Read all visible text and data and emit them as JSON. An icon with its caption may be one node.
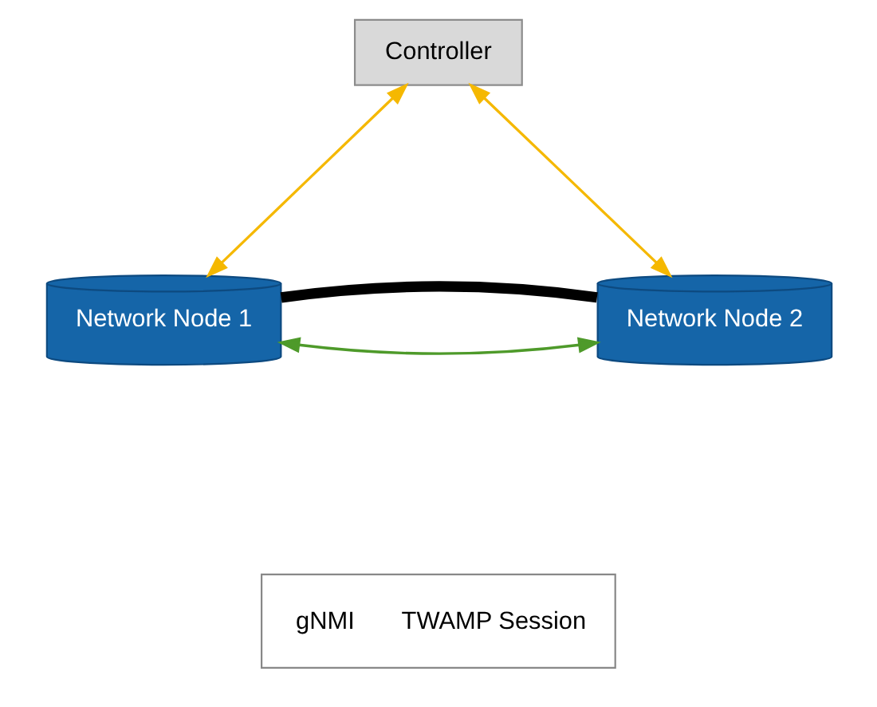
{
  "diagram": {
    "nodes": [
      {
        "text": [
          "Controller"
        ]
      },
      {
        "text": [
          "Network Node 1"
        ]
      },
      {
        "text": [
          "Network Node 2"
        ]
      }
    ],
    "edges": [
      {
        "from": 0,
        "to": 1,
        "arrow": "both",
        "color": "#f5b800"
      },
      {
        "from": 0,
        "to": 2,
        "arrow": "both",
        "color": "#f5b800"
      },
      {
        "from": 1,
        "to": 2,
        "arrow": "both",
        "color": "#4e9a2a"
      },
      {
        "from": 1,
        "to": 2,
        "arrow": "none",
        "style": "thick",
        "color": "#000000"
      }
    ],
    "legend": [
      {
        "text": "gNMI"
      },
      {
        "text": "TWAMP Session"
      }
    ]
  }
}
